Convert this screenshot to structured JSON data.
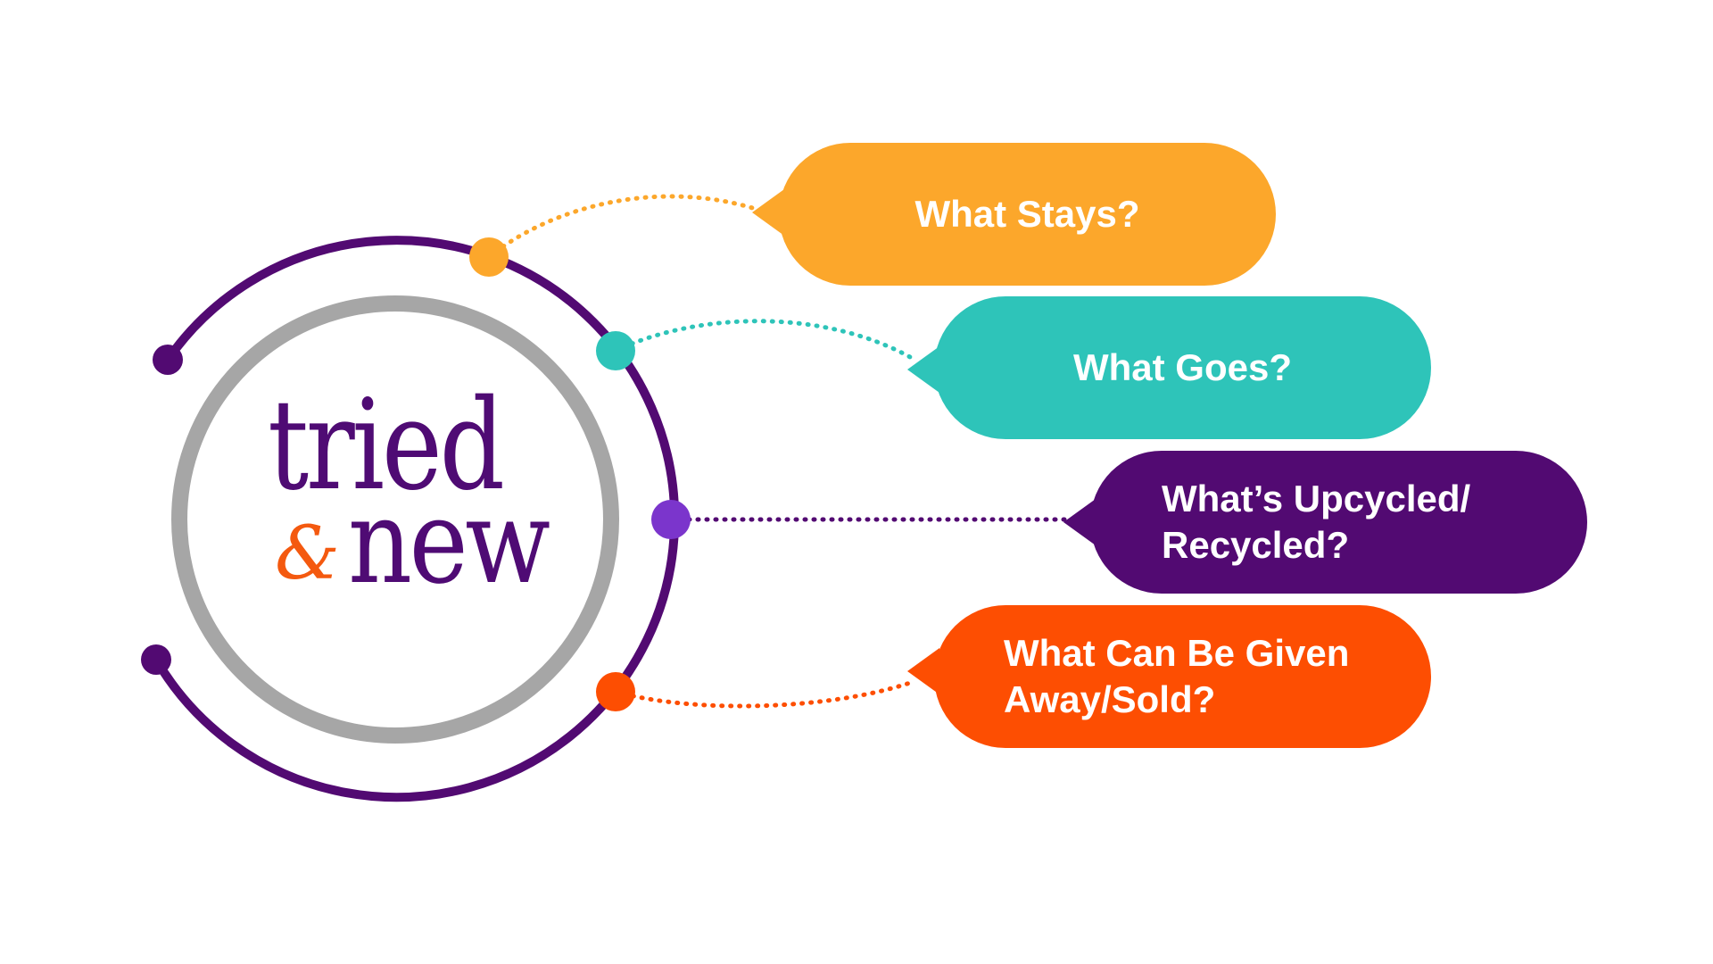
{
  "logo": {
    "word_top": "tried",
    "ampersand": "&",
    "word_bottom": "new"
  },
  "bubbles": [
    {
      "label_lines": [
        "What Stays?"
      ],
      "color": "#fca72b"
    },
    {
      "label_lines": [
        "What Goes?"
      ],
      "color": "#2ec4b9"
    },
    {
      "label_lines": [
        "What’s Upcycled/",
        "Recycled?"
      ],
      "color": "#520a72"
    },
    {
      "label_lines": [
        "What Can Be Given",
        "Away/Sold?"
      ],
      "color": "#fd4e02"
    }
  ],
  "colors": {
    "outer_arc": "#520a72",
    "inner_ring": "#a6a6a6",
    "logo_purple": "#4f0b74",
    "logo_orange": "#f4590f",
    "connector_upcycled_dot": "#7b35cc"
  }
}
